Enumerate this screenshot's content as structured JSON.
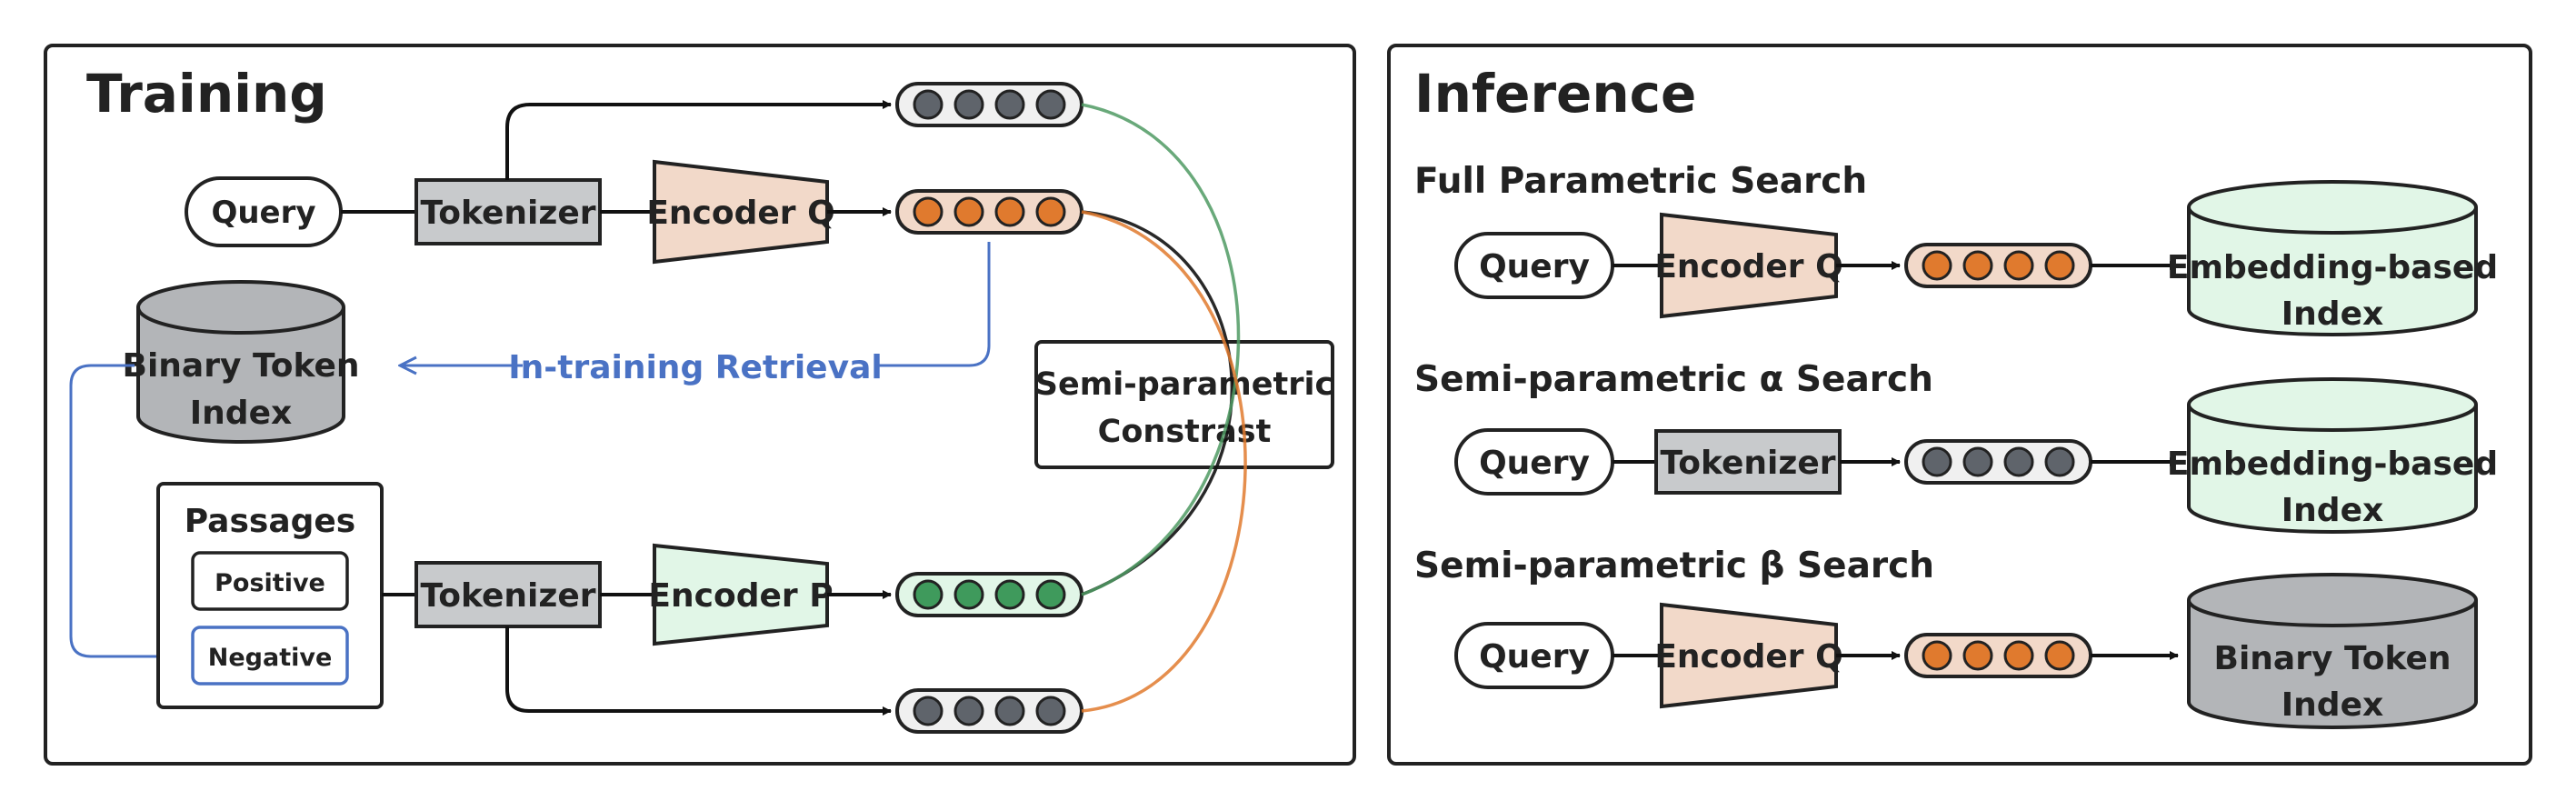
{
  "training": {
    "title": "Training",
    "query": "Query",
    "tokenizer": "Tokenizer",
    "encoder_q": "Encoder Q",
    "encoder_p": "Encoder P",
    "index_line1": "Binary Token",
    "index_line2": "Index",
    "retrieval": "In-training Retrieval",
    "contrast_line1": "Semi-parametric",
    "contrast_line2": "Constrast",
    "passages": "Passages",
    "positive": "Positive",
    "negative": "Negative"
  },
  "inference": {
    "title": "Inference",
    "full": {
      "label": "Full Parametric Search",
      "query": "Query",
      "encoder": "Encoder Q",
      "index_line1": "Embedding-based",
      "index_line2": "Index"
    },
    "alpha": {
      "label": "Semi-parametric α Search",
      "query": "Query",
      "tokenizer": "Tokenizer",
      "index_line1": "Embedding-based",
      "index_line2": "Index"
    },
    "beta": {
      "label": "Semi-parametric β Search",
      "query": "Query",
      "encoder": "Encoder Q",
      "index_line1": "Binary Token",
      "index_line2": "Index"
    }
  },
  "colors": {
    "orange_dot": "#e07a2e",
    "gray_dot": "#5f646b",
    "green_dot": "#3f9a5c",
    "blue_arrow": "#4a72c4",
    "green_curve": "#4f9a63",
    "orange_curve": "#e07a2e",
    "encoder_fill": "#f2d9c9",
    "tokenizer_fill": "#c8cacc",
    "embed_index_fill": "#e1f6e7",
    "token_index_fill": "#b3b5b8"
  }
}
